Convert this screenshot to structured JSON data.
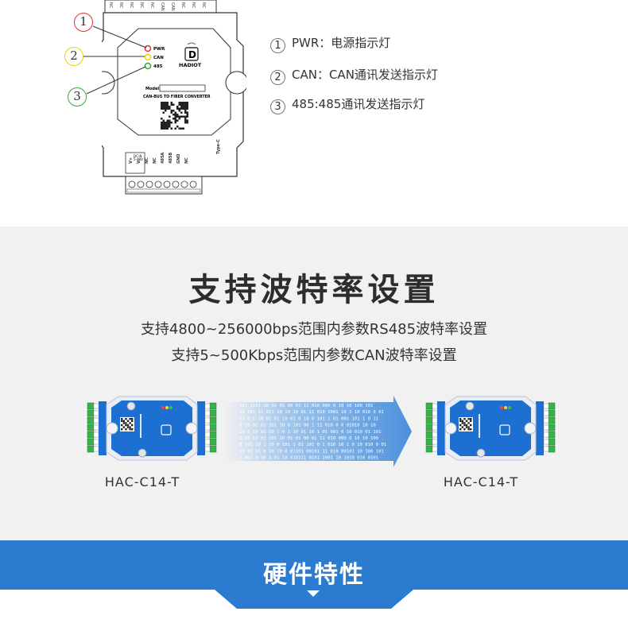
{
  "device_diagram": {
    "callouts": [
      "1",
      "2",
      "3"
    ],
    "led_labels": [
      "PWR",
      "CAN",
      "485"
    ],
    "brand": "HADIOT",
    "model_label": "Model:",
    "product_line": "CAN-BUS TO FIBER CONVERTER",
    "top_pins": [
      "NC",
      "NC",
      "NC",
      "NC",
      "NC",
      "CAN",
      "CAN",
      "NC",
      "NC",
      "NC"
    ],
    "bottom_header": [
      "DC-N",
      "5-48V"
    ],
    "bottom_pins": [
      "V+",
      "V-",
      "NC",
      "NC",
      "485A",
      "485B",
      "GND",
      "NC",
      "Type-C"
    ]
  },
  "indicators": [
    {
      "num": "1",
      "text": "PWR：电源指示灯"
    },
    {
      "num": "2",
      "text": "CAN：CAN通讯发送指示灯"
    },
    {
      "num": "3",
      "text": "485:485通讯发送指示灯"
    }
  ],
  "baud_section": {
    "title": "支持波特率设置",
    "line1": "支持4800~256000bps范围内参数RS485波特率设置",
    "line2": "支持5~500Kbps范围内参数CAN波特率设置",
    "left_label": "HAC-C14-T",
    "right_label": "HAC-C14-T",
    "binary_rows": [
      "101 1101 10  01 01 00 01  11 010  000 0  10 10 100 101",
      "10 101 11  011 10 10  10 01  11 010  1001 10 1 10 010 0 01",
      "01 0 1 10 01 01 10  01 0 10 0 101  1 01 001 101 1 0 11",
      "0 10 01 01 101 10  0 101 00  1  11 010 0  0 01010 10 10",
      "10 0 10 01 10 1 0 1 10 01 10 1  01 001 0  10 010 01 101",
      "1 10 10 01 101 10  01 01 00 01  11 010  000 0 10 10 100",
      "0 101 10 1 10 0 101 1 01 101 0 1 010  10  1 0 10 010 0 01",
      "10 01 01 0 10 10 0 01101 00101  11 010 00101 10 100 101",
      "1 001 0 10 1 01 10 010111 0101 1001 10 1010 010 0101"
    ]
  },
  "hardware_header": {
    "title": "硬件特性",
    "color": "#2b7bd0"
  },
  "colors": {
    "callout1": "#e0322d",
    "callout2": "#e7d200",
    "callout3": "#3aa33a",
    "module_blue": "#1d6fd1",
    "terminal_green": "#39b14a"
  }
}
